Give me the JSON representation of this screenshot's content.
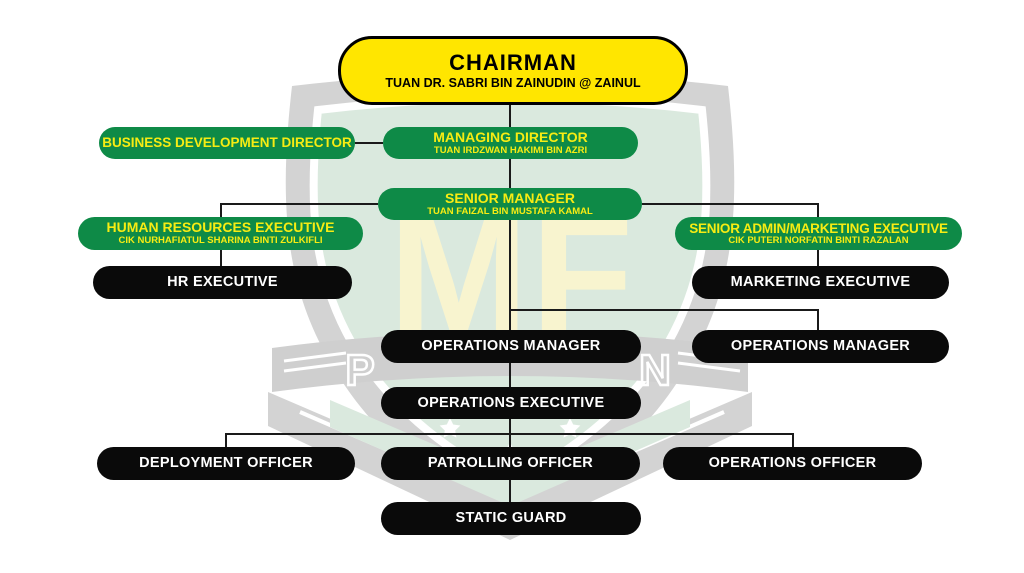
{
  "colors": {
    "node_green": "#0E8A47",
    "node_green_text": "#F7EC13",
    "chairman_yellow": "#FFE600",
    "node_black": "#0A0A0A",
    "node_black_text": "#FFFFFF",
    "connector": "#1A1A1A",
    "watermark_gray": "#D3D3D3",
    "watermark_green": "#DAE9DE",
    "watermark_yellow": "#F8F4CF"
  },
  "nodes": [
    {
      "id": "chairman",
      "title": "CHAIRMAN",
      "subtitle": "TUAN DR. SABRI BIN ZAINUDIN @ ZAINUL",
      "style": "yellow"
    },
    {
      "id": "business-development-director",
      "title": "BUSINESS DEVELOPMENT DIRECTOR",
      "subtitle": "",
      "style": "green"
    },
    {
      "id": "managing-director",
      "title": "MANAGING DIRECTOR",
      "subtitle": "TUAN IRDZWAN HAKIMI BIN AZRI",
      "style": "green"
    },
    {
      "id": "senior-manager",
      "title": "SENIOR MANAGER",
      "subtitle": "TUAN FAIZAL BIN MUSTAFA KAMAL",
      "style": "green"
    },
    {
      "id": "human-resources-executive",
      "title": "HUMAN RESOURCES EXECUTIVE",
      "subtitle": "CIK NURHAFIATUL SHARINA BINTI ZULKIFLI",
      "style": "green"
    },
    {
      "id": "senior-admin-marketing-executive",
      "title": "SENIOR ADMIN/MARKETING EXECUTIVE",
      "subtitle": "CIK PUTERI NORFATIN BINTI RAZALAN",
      "style": "green"
    },
    {
      "id": "hr-executive",
      "title": "HR EXECUTIVE",
      "subtitle": "",
      "style": "black"
    },
    {
      "id": "marketing-executive",
      "title": "MARKETING EXECUTIVE",
      "subtitle": "",
      "style": "black"
    },
    {
      "id": "operations-manager-left",
      "title": "OPERATIONS MANAGER",
      "subtitle": "",
      "style": "black"
    },
    {
      "id": "operations-manager-right",
      "title": "OPERATIONS MANAGER",
      "subtitle": "",
      "style": "black"
    },
    {
      "id": "operations-executive",
      "title": "OPERATIONS EXECUTIVE",
      "subtitle": "",
      "style": "black"
    },
    {
      "id": "deployment-officer",
      "title": "DEPLOYMENT OFFICER",
      "subtitle": "",
      "style": "black"
    },
    {
      "id": "patrolling-officer",
      "title": "PATROLLING OFFICER",
      "subtitle": "",
      "style": "black"
    },
    {
      "id": "operations-officer",
      "title": "OPERATIONS OFFICER",
      "subtitle": "",
      "style": "black"
    },
    {
      "id": "static-guard",
      "title": "STATIC GUARD",
      "subtitle": "",
      "style": "black"
    }
  ],
  "watermark": {
    "monogram": "MF",
    "ribbon_letters": [
      "P",
      "N"
    ]
  }
}
